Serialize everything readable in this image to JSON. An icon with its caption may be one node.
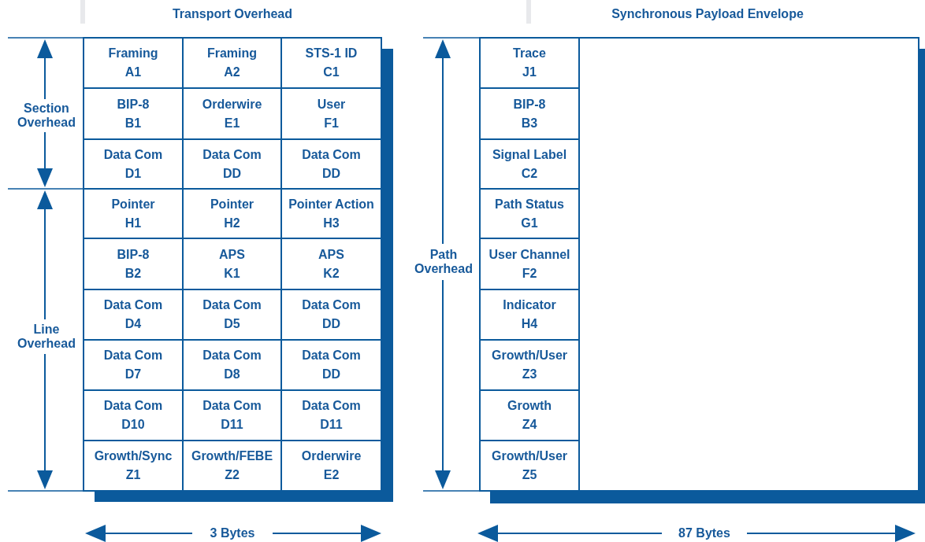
{
  "diagram": {
    "nodes": [
      {
        "text": [
          "Framing",
          "A1"
        ]
      },
      {
        "text": [
          "Framing",
          "A2"
        ]
      },
      {
        "text": [
          "STS-1 ID",
          "C1"
        ]
      },
      {
        "text": [
          "BIP-8",
          "B1"
        ]
      },
      {
        "text": [
          "Orderwire",
          "E1"
        ]
      },
      {
        "text": [
          "User",
          "F1"
        ]
      },
      {
        "text": [
          "Data Com",
          "D1"
        ]
      },
      {
        "text": [
          "Data Com",
          "DD"
        ]
      },
      {
        "text": [
          "Data Com",
          "DD"
        ]
      },
      {
        "text": [
          "Pointer",
          "H1"
        ]
      },
      {
        "text": [
          "Pointer",
          "H2"
        ]
      },
      {
        "text": [
          "Pointer Action",
          "H3"
        ]
      },
      {
        "text": [
          "BIP-8",
          "B2"
        ]
      },
      {
        "text": [
          "APS",
          "K1"
        ]
      },
      {
        "text": [
          "APS",
          "K2"
        ]
      },
      {
        "text": [
          "Data Com",
          "D4"
        ]
      },
      {
        "text": [
          "Data Com",
          "D5"
        ]
      },
      {
        "text": [
          "Data Com",
          "DD"
        ]
      },
      {
        "text": [
          "Data Com",
          "D7"
        ]
      },
      {
        "text": [
          "Data Com",
          "D8"
        ]
      },
      {
        "text": [
          "Data Com",
          "DD"
        ]
      },
      {
        "text": [
          "Data Com",
          "D10"
        ]
      },
      {
        "text": [
          "Data Com",
          "D11"
        ]
      },
      {
        "text": [
          "Data Com",
          "D11"
        ]
      },
      {
        "text": [
          "Growth/Sync",
          "Z1"
        ]
      },
      {
        "text": [
          "Growth/FEBE",
          "Z2"
        ]
      },
      {
        "text": [
          "Orderwire",
          "E2"
        ]
      },
      {
        "text": [
          "Trace",
          "J1"
        ]
      },
      {
        "text": [
          "BIP-8",
          "B3"
        ]
      },
      {
        "text": [
          "Signal Label",
          "C2"
        ]
      },
      {
        "text": [
          "Path Status",
          "G1"
        ]
      },
      {
        "text": [
          "User Channel",
          "F2"
        ]
      },
      {
        "text": [
          "Indicator",
          "H4"
        ]
      },
      {
        "text": [
          "Growth/User",
          "Z3"
        ]
      },
      {
        "text": [
          "Growth",
          "Z4"
        ]
      },
      {
        "text": [
          "Growth/User",
          "Z5"
        ]
      },
      {
        "text": [],
        "shape": "box"
      }
    ],
    "labels": [
      "Transport Overhead",
      "Synchronous Payload Envelope",
      "Section Overhead",
      "Line Overhead",
      "Path Overhead",
      "3 Bytes",
      "87 Bytes"
    ]
  }
}
